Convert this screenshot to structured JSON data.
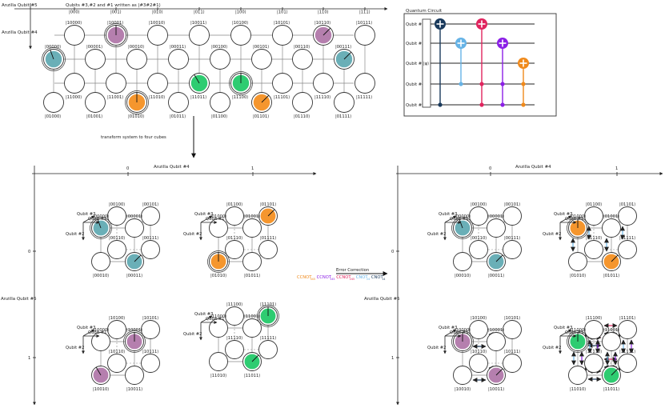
{
  "colors": {
    "teal": "#6aafb7",
    "purple": "#b57fae",
    "orange": "#f5962e",
    "green": "#2ecc71",
    "navy": "#1a3a5c",
    "lightblue": "#66b3e6",
    "magenta": "#e0245e",
    "violet": "#8b1fe6",
    "darkorange": "#f08a1c"
  },
  "top": {
    "axis_title_left": "Anzilla Qubit #5",
    "axis_title_top": "Qubits #3,#2 and #1 written as |#3#2#1⟩",
    "axis_title_vertical": "Anzilla Qubit #4",
    "col_labels": [
      "|000⟩",
      "|001⟩",
      "|010⟩",
      "|011⟩",
      "|100⟩",
      "|101⟩",
      "|110⟩",
      "|111⟩"
    ],
    "top_row_labels": [
      "|10000⟩",
      "|10001⟩",
      "|10010⟩",
      "|10011⟩",
      "|10100⟩",
      "|10101⟩",
      "|10110⟩",
      "|10111⟩"
    ],
    "mid_row_labels": [
      "|00000⟩",
      "|00001⟩",
      "|00010⟩",
      "|00011⟩",
      "|00100⟩",
      "|00101⟩",
      "|00110⟩",
      "|00111⟩"
    ],
    "low_row_labels": [
      "|11000⟩",
      "|11001⟩",
      "|11010⟩",
      "|11011⟩",
      "|11100⟩",
      "|11101⟩",
      "|11110⟩",
      "|11111⟩"
    ],
    "bottom_row_labels": [
      "|01000⟩",
      "|01001⟩",
      "|01010⟩",
      "|01011⟩",
      "|01100⟩",
      "|01101⟩",
      "|01110⟩",
      "|01111⟩"
    ]
  },
  "circuit": {
    "title": "Quantum Circuit",
    "qubits": [
      "Qubit #1",
      "Qubit #2",
      "Qubit #3",
      "Qubit #4",
      "Qubit #5"
    ],
    "initial": "|ψ⟩"
  },
  "transform_label": "transform system to four cubes",
  "left_panel": {
    "x_title": "Anzilla Qubit #4",
    "y_title": "Anzilla Qubit #5",
    "x_ticks": [
      "0",
      "1"
    ],
    "y_ticks": [
      "0",
      "1"
    ]
  },
  "right_panel": {
    "x_title": "Anzilla Qubit #4",
    "y_title": "Anzilla Qubit #5",
    "x_ticks": [
      "0",
      "1"
    ],
    "y_ticks": [
      "0",
      "1"
    ]
  },
  "cube_axes": {
    "q3": "Qubit #3",
    "q1": "Qubit #1",
    "q2": "Qubit #2"
  },
  "cubes": [
    {
      "labels": [
        "|00100⟩",
        "|00101⟩",
        "|00000⟩",
        "|00001⟩",
        "|00110⟩",
        "|00111⟩",
        "|00010⟩",
        "|00011⟩"
      ]
    },
    {
      "labels": [
        "|01100⟩",
        "|01101⟩",
        "|01000⟩",
        "|01001⟩",
        "|01110⟩",
        "|01111⟩",
        "|01010⟩",
        "|01011⟩"
      ]
    },
    {
      "labels": [
        "|10100⟩",
        "|10101⟩",
        "|10000⟩",
        "|10001⟩",
        "|10110⟩",
        "|10111⟩",
        "|10010⟩",
        "|10011⟩"
      ]
    },
    {
      "labels": [
        "|11100⟩",
        "|11101⟩",
        "|11000⟩",
        "|11001⟩",
        "|11110⟩",
        "|11111⟩",
        "|11010⟩",
        "|11011⟩"
      ]
    }
  ],
  "error_correction": {
    "title": "Error Correction",
    "ops": [
      {
        "text": "CCNOT",
        "sub": "345",
        "color": "#f08a1c"
      },
      {
        "text": "CCNOT",
        "sub": "145",
        "color": "#8b1fe6"
      },
      {
        "text": "CCNOT",
        "sub": "245",
        "color": "#e0245e"
      },
      {
        "text": "CNOT",
        "sub": "24",
        "color": "#66b3e6"
      },
      {
        "text": "CNOT",
        "sub": "14",
        "color": "#1a3a5c"
      }
    ]
  }
}
